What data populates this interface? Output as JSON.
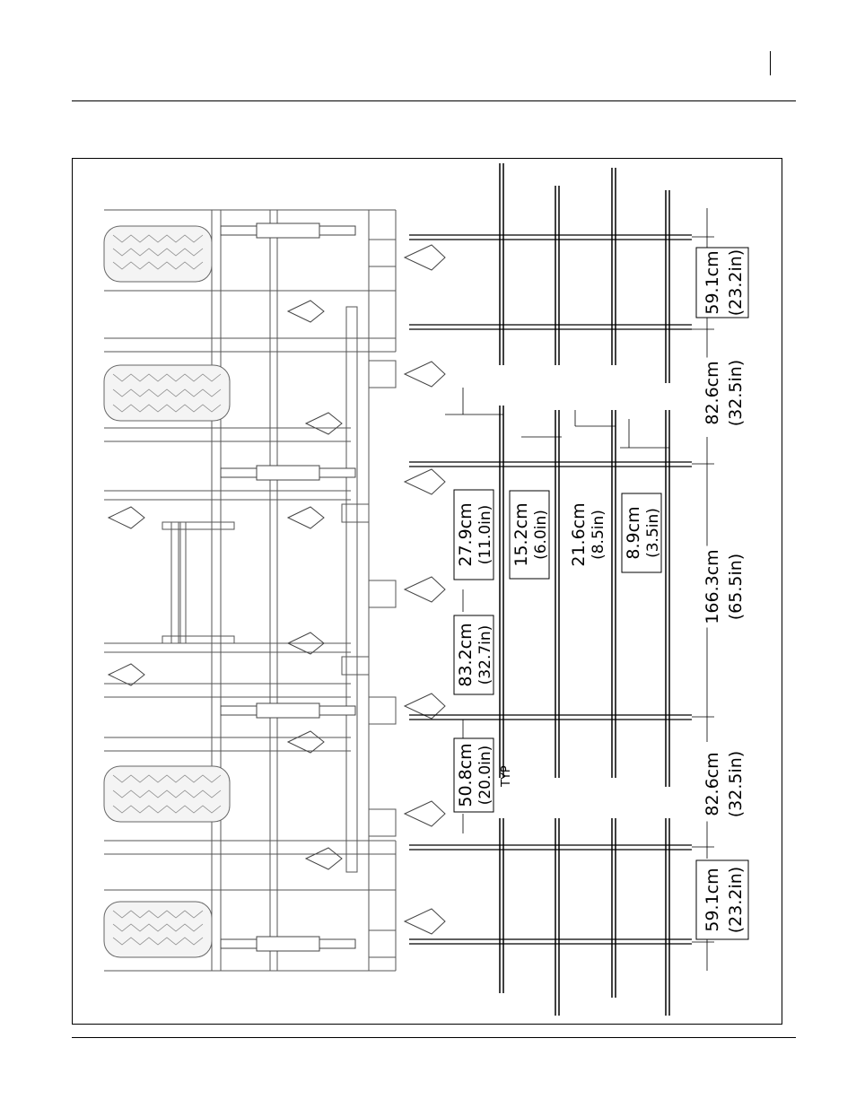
{
  "dimensions": {
    "d1": {
      "metric": "59.1cm",
      "imperial": "(23.2in)"
    },
    "d2": {
      "metric": "82.6cm",
      "imperial": "(32.5in)"
    },
    "d3": {
      "metric": "166.3cm",
      "imperial": "(65.5in)"
    },
    "d4": {
      "metric": "82.6cm",
      "imperial": "(32.5in)"
    },
    "d5": {
      "metric": "59.1cm",
      "imperial": "(23.2in)"
    },
    "d6": {
      "metric": "27.9cm",
      "imperial": "(11.0in)"
    },
    "d7": {
      "metric": "15.2cm",
      "imperial": "(6.0in)"
    },
    "d8": {
      "metric": "21.6cm",
      "imperial": "(8.5in)"
    },
    "d9": {
      "metric": "8.9cm",
      "imperial": "(3.5in)"
    },
    "d10": {
      "metric": "83.2cm",
      "imperial": "(32.7in)"
    },
    "d11": {
      "metric": "50.8cm",
      "imperial": "(20.0in)",
      "note": "TYP"
    }
  }
}
